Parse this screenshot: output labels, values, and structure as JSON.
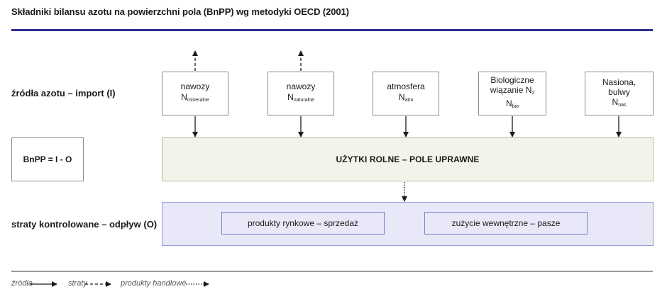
{
  "title": "Składniki bilansu azotu na powierzchni pola (BnPP) wg metodyki OECD (2001)",
  "rows": {
    "sources_label": "źródła azotu – import (I)",
    "losses_label": "straty kontrolowane – odpływ (O)"
  },
  "formula": "BnPP = I - O",
  "sources": [
    {
      "line1": "nawozy",
      "symbol": "N",
      "sub": "mineralne"
    },
    {
      "line1": "nawozy",
      "symbol": "N",
      "sub": "naturalne"
    },
    {
      "line1": "atmosfera",
      "symbol": "N",
      "sub": "atm"
    },
    {
      "line1": "Biologiczne",
      "line2": "wiązanie N",
      "line2_sub": "2",
      "symbol": "N",
      "sub": "bio"
    },
    {
      "line1": "Nasiona,",
      "line2": "bulwy",
      "symbol": "N",
      "sub": "nas"
    }
  ],
  "main_box": "UŻYTKI ROLNE – POLE UPRAWNE",
  "outputs": {
    "market": "produkty rynkowe – sprzedaż",
    "internal": "zużycie wewnętrzne – pasze"
  },
  "legend": {
    "sources": "źródła",
    "losses": "straty",
    "products": "produkty handlowe"
  }
}
